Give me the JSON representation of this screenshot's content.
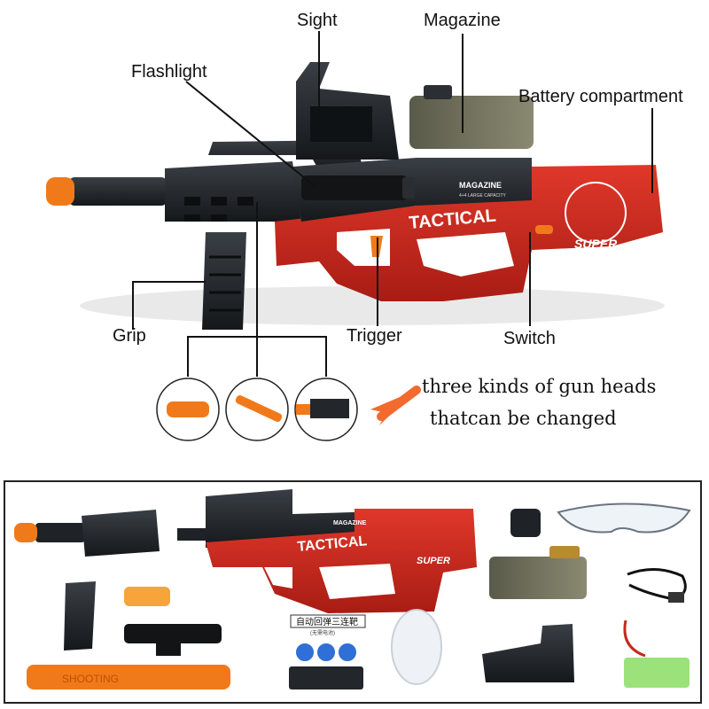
{
  "labels": {
    "sight": "Sight",
    "magazine": "Magazine",
    "flashlight": "Flashlight",
    "battery": "Battery compartment",
    "grip": "Grip",
    "trigger": "Trigger",
    "switch": "Switch"
  },
  "note": {
    "line1": "three kinds of gun heads",
    "line2": "thatcan be changed"
  },
  "gun_text": {
    "tactical": "TACTICAL",
    "magazine_mark": "MAGAZINE",
    "magazine_sub": "4+4 LARGE CAPACITY",
    "super": "SUPER",
    "barrel_text": "SHOOTING",
    "target_box": "自动回弹三连靶",
    "target_sub": "(无需电池)"
  },
  "colors": {
    "body_red": "#c8281c",
    "tip_orange": "#f07a1a",
    "dark": "#1e2226",
    "arrow_orange": "#f26a2e"
  }
}
